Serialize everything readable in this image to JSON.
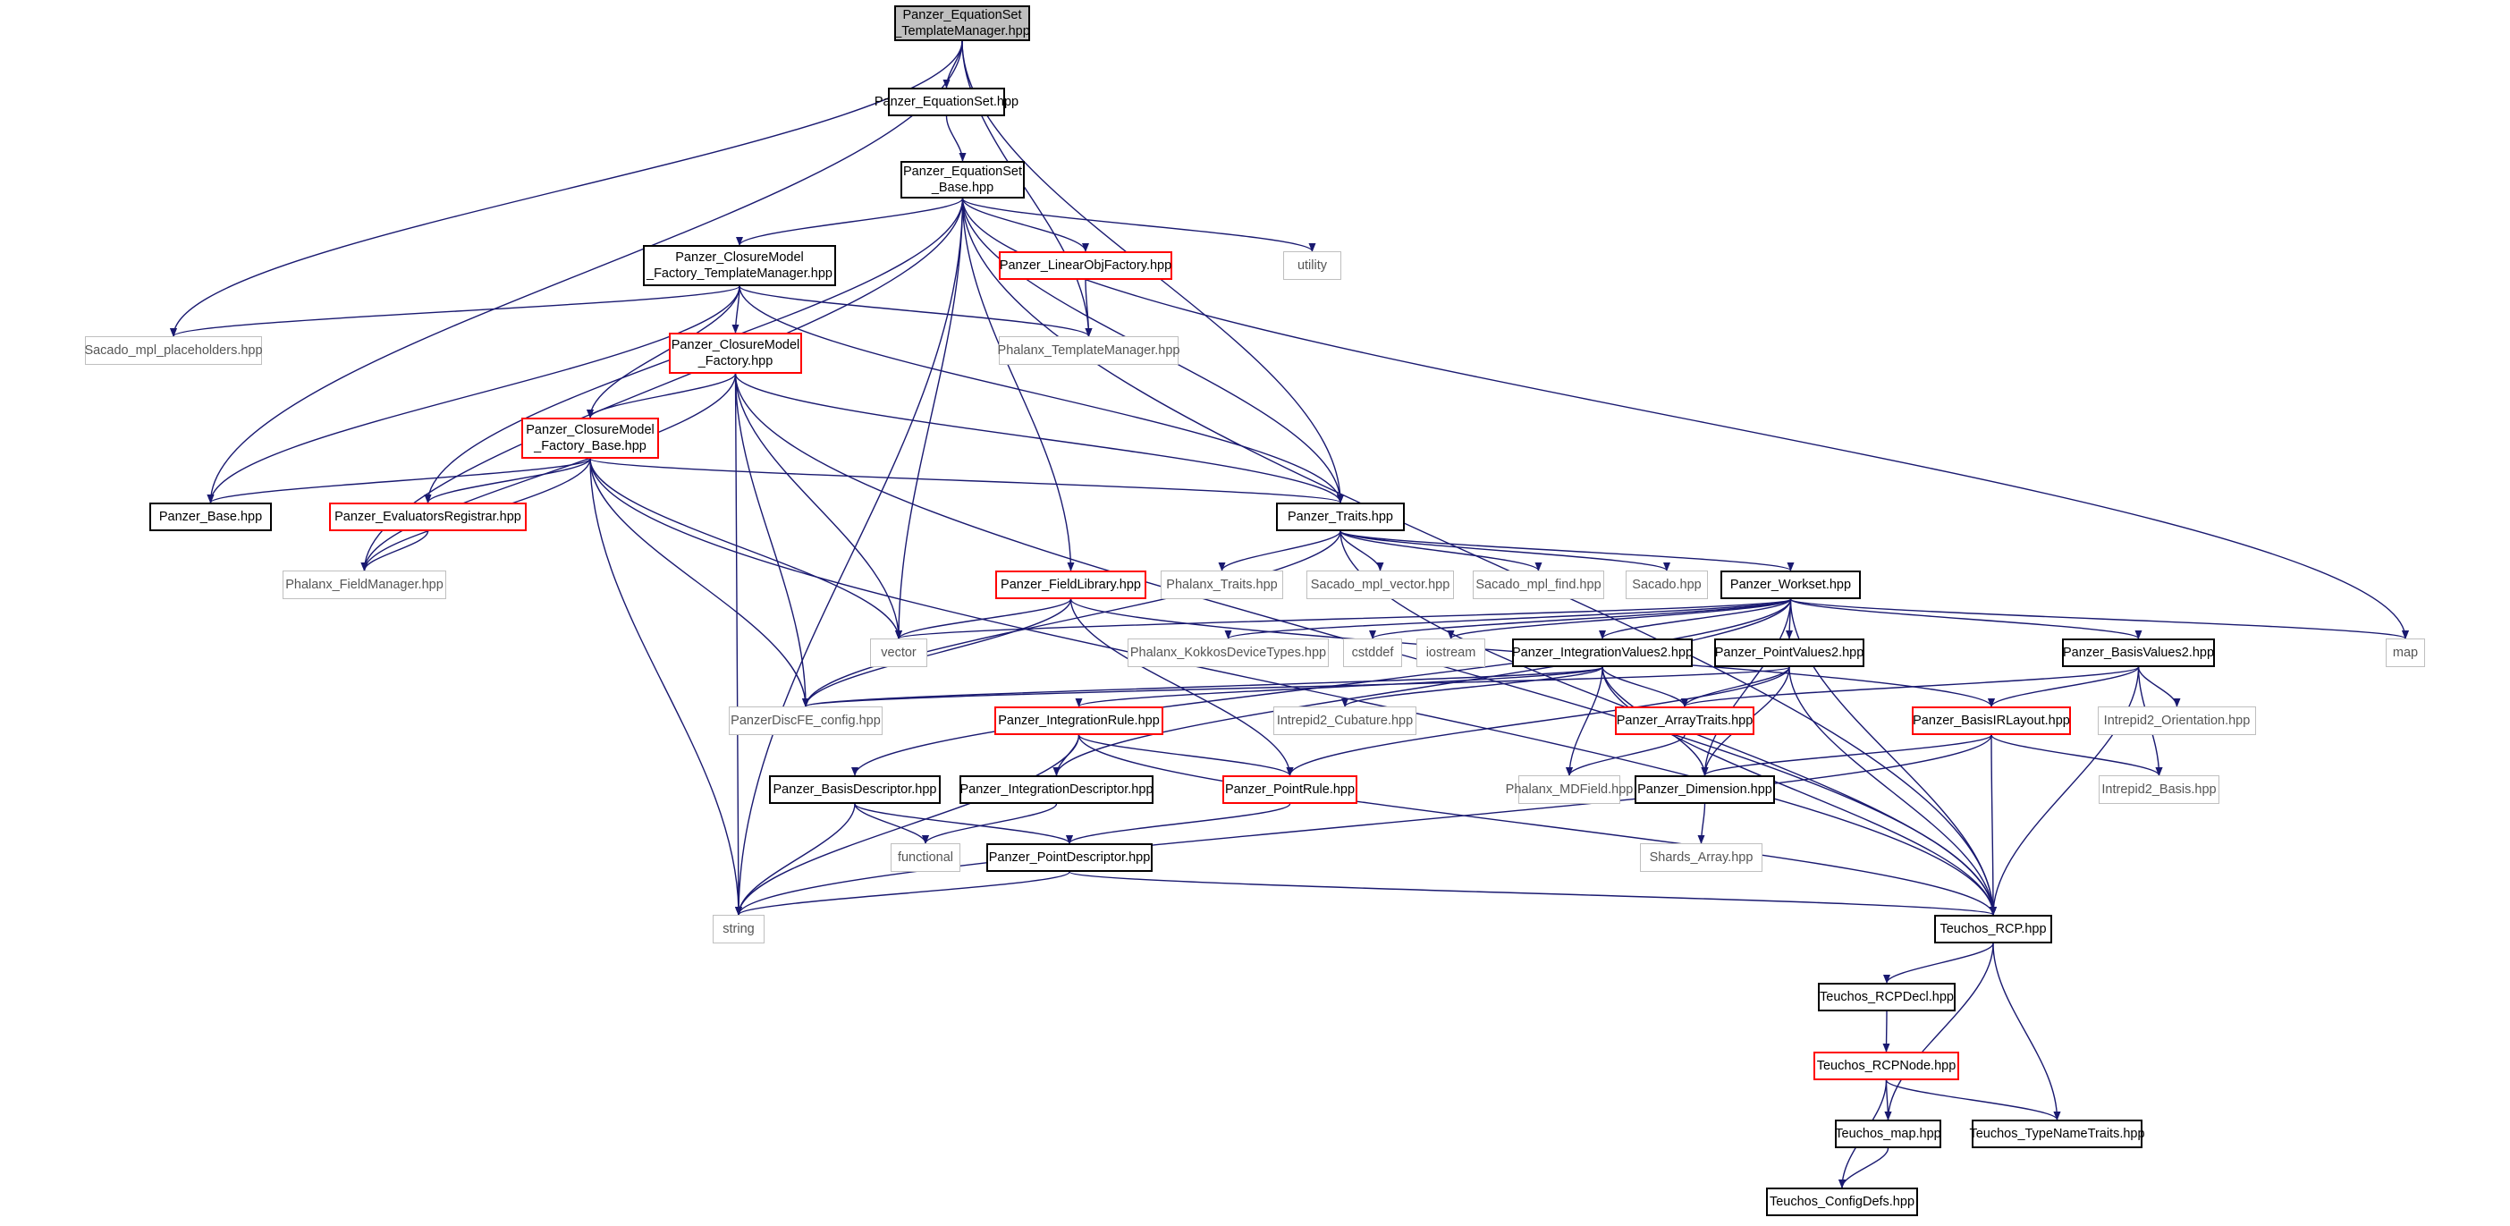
{
  "colors": {
    "edge": "#191970",
    "root_fill": "#bfbfbf",
    "border_normal": "#000000",
    "border_incomplete": "#ff0000",
    "border_external": "#bfbfbf"
  },
  "nodes": [
    {
      "id": "root",
      "label": "Panzer_EquationSet\n_TemplateManager.hpp",
      "kind": "root"
    },
    {
      "id": "es",
      "label": "Panzer_EquationSet.hpp",
      "kind": "normal"
    },
    {
      "id": "esb",
      "label": "Panzer_EquationSet\n_Base.hpp",
      "kind": "normal"
    },
    {
      "id": "utility",
      "label": "utility",
      "kind": "ext"
    },
    {
      "id": "cmtm",
      "label": "Panzer_ClosureModel\n_Factory_TemplateManager.hpp",
      "kind": "normal"
    },
    {
      "id": "lof",
      "label": "Panzer_LinearObjFactory.hpp",
      "kind": "red"
    },
    {
      "id": "smp",
      "label": "Sacado_mpl_placeholders.hpp",
      "kind": "ext"
    },
    {
      "id": "ptm",
      "label": "Phalanx_TemplateManager.hpp",
      "kind": "ext"
    },
    {
      "id": "cmf",
      "label": "Panzer_ClosureModel\n_Factory.hpp",
      "kind": "red"
    },
    {
      "id": "cmfb",
      "label": "Panzer_ClosureModel\n_Factory_Base.hpp",
      "kind": "red"
    },
    {
      "id": "base",
      "label": "Panzer_Base.hpp",
      "kind": "normal"
    },
    {
      "id": "er",
      "label": "Panzer_EvaluatorsRegistrar.hpp",
      "kind": "red"
    },
    {
      "id": "traits",
      "label": "Panzer_Traits.hpp",
      "kind": "normal"
    },
    {
      "id": "pfm",
      "label": "Phalanx_FieldManager.hpp",
      "kind": "ext"
    },
    {
      "id": "fl",
      "label": "Panzer_FieldLibrary.hpp",
      "kind": "red"
    },
    {
      "id": "ptr",
      "label": "Phalanx_Traits.hpp",
      "kind": "ext"
    },
    {
      "id": "smv",
      "label": "Sacado_mpl_vector.hpp",
      "kind": "ext"
    },
    {
      "id": "smf",
      "label": "Sacado_mpl_find.hpp",
      "kind": "ext"
    },
    {
      "id": "sacado",
      "label": "Sacado.hpp",
      "kind": "ext"
    },
    {
      "id": "ws",
      "label": "Panzer_Workset.hpp",
      "kind": "normal"
    },
    {
      "id": "vector",
      "label": "vector",
      "kind": "ext"
    },
    {
      "id": "pkdt",
      "label": "Phalanx_KokkosDeviceTypes.hpp",
      "kind": "ext"
    },
    {
      "id": "cstddef",
      "label": "cstddef",
      "kind": "ext"
    },
    {
      "id": "iostream",
      "label": "iostream",
      "kind": "ext"
    },
    {
      "id": "iv2",
      "label": "Panzer_IntegrationValues2.hpp",
      "kind": "normal"
    },
    {
      "id": "pv2",
      "label": "Panzer_PointValues2.hpp",
      "kind": "normal"
    },
    {
      "id": "bv2",
      "label": "Panzer_BasisValues2.hpp",
      "kind": "normal"
    },
    {
      "id": "map",
      "label": "map",
      "kind": "ext"
    },
    {
      "id": "dfe",
      "label": "PanzerDiscFE_config.hpp",
      "kind": "ext"
    },
    {
      "id": "ir",
      "label": "Panzer_IntegrationRule.hpp",
      "kind": "red"
    },
    {
      "id": "cub",
      "label": "Intrepid2_Cubature.hpp",
      "kind": "ext"
    },
    {
      "id": "at",
      "label": "Panzer_ArrayTraits.hpp",
      "kind": "red"
    },
    {
      "id": "birl",
      "label": "Panzer_BasisIRLayout.hpp",
      "kind": "red"
    },
    {
      "id": "ori",
      "label": "Intrepid2_Orientation.hpp",
      "kind": "ext"
    },
    {
      "id": "bd",
      "label": "Panzer_BasisDescriptor.hpp",
      "kind": "normal"
    },
    {
      "id": "id",
      "label": "Panzer_IntegrationDescriptor.hpp",
      "kind": "normal"
    },
    {
      "id": "pr",
      "label": "Panzer_PointRule.hpp",
      "kind": "red"
    },
    {
      "id": "mdf",
      "label": "Phalanx_MDField.hpp",
      "kind": "ext"
    },
    {
      "id": "dim",
      "label": "Panzer_Dimension.hpp",
      "kind": "normal"
    },
    {
      "id": "ib",
      "label": "Intrepid2_Basis.hpp",
      "kind": "ext"
    },
    {
      "id": "functional",
      "label": "functional",
      "kind": "ext"
    },
    {
      "id": "pd",
      "label": "Panzer_PointDescriptor.hpp",
      "kind": "normal"
    },
    {
      "id": "sa",
      "label": "Shards_Array.hpp",
      "kind": "ext"
    },
    {
      "id": "string",
      "label": "string",
      "kind": "ext"
    },
    {
      "id": "rcp",
      "label": "Teuchos_RCP.hpp",
      "kind": "normal"
    },
    {
      "id": "rcpdecl",
      "label": "Teuchos_RCPDecl.hpp",
      "kind": "normal"
    },
    {
      "id": "rcpnode",
      "label": "Teuchos_RCPNode.hpp",
      "kind": "red"
    },
    {
      "id": "tmap",
      "label": "Teuchos_map.hpp",
      "kind": "normal"
    },
    {
      "id": "tnt",
      "label": "Teuchos_TypeNameTraits.hpp",
      "kind": "normal"
    },
    {
      "id": "cdefs",
      "label": "Teuchos_ConfigDefs.hpp",
      "kind": "normal"
    }
  ],
  "edges": [
    [
      "root",
      "es"
    ],
    [
      "root",
      "smp"
    ],
    [
      "root",
      "base"
    ],
    [
      "root",
      "ptm"
    ],
    [
      "root",
      "traits"
    ],
    [
      "es",
      "esb"
    ],
    [
      "esb",
      "utility"
    ],
    [
      "esb",
      "cmtm"
    ],
    [
      "esb",
      "lof"
    ],
    [
      "esb",
      "traits"
    ],
    [
      "esb",
      "fl"
    ],
    [
      "esb",
      "er"
    ],
    [
      "esb",
      "pfm"
    ],
    [
      "esb",
      "vector"
    ],
    [
      "esb",
      "string"
    ],
    [
      "esb",
      "map"
    ],
    [
      "esb",
      "rcp"
    ],
    [
      "cmtm",
      "smp"
    ],
    [
      "cmtm",
      "ptm"
    ],
    [
      "cmtm",
      "cmf"
    ],
    [
      "cmtm",
      "cmfb"
    ],
    [
      "cmtm",
      "base"
    ],
    [
      "cmtm",
      "traits"
    ],
    [
      "lof",
      "ptm"
    ],
    [
      "cmf",
      "cmfb"
    ],
    [
      "cmf",
      "traits"
    ],
    [
      "cmf",
      "pfm"
    ],
    [
      "cmf",
      "vector"
    ],
    [
      "cmf",
      "dfe"
    ],
    [
      "cmf",
      "string"
    ],
    [
      "cmf",
      "rcp"
    ],
    [
      "cmfb",
      "base"
    ],
    [
      "cmfb",
      "er"
    ],
    [
      "cmfb",
      "pfm"
    ],
    [
      "cmfb",
      "traits"
    ],
    [
      "cmfb",
      "vector"
    ],
    [
      "cmfb",
      "dfe"
    ],
    [
      "cmfb",
      "string"
    ],
    [
      "cmfb",
      "rcp"
    ],
    [
      "er",
      "pfm"
    ],
    [
      "traits",
      "ptr"
    ],
    [
      "traits",
      "smv"
    ],
    [
      "traits",
      "smf"
    ],
    [
      "traits",
      "sacado"
    ],
    [
      "traits",
      "ws"
    ],
    [
      "traits",
      "dfe"
    ],
    [
      "traits",
      "rcp"
    ],
    [
      "fl",
      "vector"
    ],
    [
      "fl",
      "dfe"
    ],
    [
      "fl",
      "pr"
    ],
    [
      "fl",
      "birl"
    ],
    [
      "ws",
      "vector"
    ],
    [
      "ws",
      "pkdt"
    ],
    [
      "ws",
      "cstddef"
    ],
    [
      "ws",
      "iostream"
    ],
    [
      "ws",
      "map"
    ],
    [
      "ws",
      "iv2"
    ],
    [
      "ws",
      "pv2"
    ],
    [
      "ws",
      "bv2"
    ],
    [
      "ws",
      "dim"
    ],
    [
      "ws",
      "bd"
    ],
    [
      "ws",
      "id"
    ],
    [
      "ws",
      "rcp"
    ],
    [
      "iv2",
      "dfe"
    ],
    [
      "iv2",
      "ir"
    ],
    [
      "iv2",
      "cub"
    ],
    [
      "iv2",
      "at"
    ],
    [
      "iv2",
      "mdf"
    ],
    [
      "iv2",
      "dim"
    ],
    [
      "iv2",
      "rcp"
    ],
    [
      "pv2",
      "dfe"
    ],
    [
      "pv2",
      "at"
    ],
    [
      "pv2",
      "pr"
    ],
    [
      "pv2",
      "dim"
    ],
    [
      "pv2",
      "rcp"
    ],
    [
      "bv2",
      "at"
    ],
    [
      "bv2",
      "birl"
    ],
    [
      "bv2",
      "ori"
    ],
    [
      "bv2",
      "ib"
    ],
    [
      "bv2",
      "rcp"
    ],
    [
      "ir",
      "id"
    ],
    [
      "ir",
      "pr"
    ],
    [
      "ir",
      "string"
    ],
    [
      "ir",
      "rcp"
    ],
    [
      "at",
      "mdf"
    ],
    [
      "birl",
      "dim"
    ],
    [
      "birl",
      "ib"
    ],
    [
      "birl",
      "string"
    ],
    [
      "birl",
      "rcp"
    ],
    [
      "bd",
      "functional"
    ],
    [
      "bd",
      "pd"
    ],
    [
      "bd",
      "string"
    ],
    [
      "id",
      "functional"
    ],
    [
      "pr",
      "pd"
    ],
    [
      "dim",
      "sa"
    ],
    [
      "pd",
      "string"
    ],
    [
      "pd",
      "rcp"
    ],
    [
      "rcp",
      "rcpdecl"
    ],
    [
      "rcp",
      "tmap"
    ],
    [
      "rcp",
      "tnt"
    ],
    [
      "rcpdecl",
      "rcpnode"
    ],
    [
      "rcpnode",
      "tmap"
    ],
    [
      "rcpnode",
      "tnt"
    ],
    [
      "rcpnode",
      "cdefs"
    ],
    [
      "tmap",
      "cdefs"
    ]
  ]
}
